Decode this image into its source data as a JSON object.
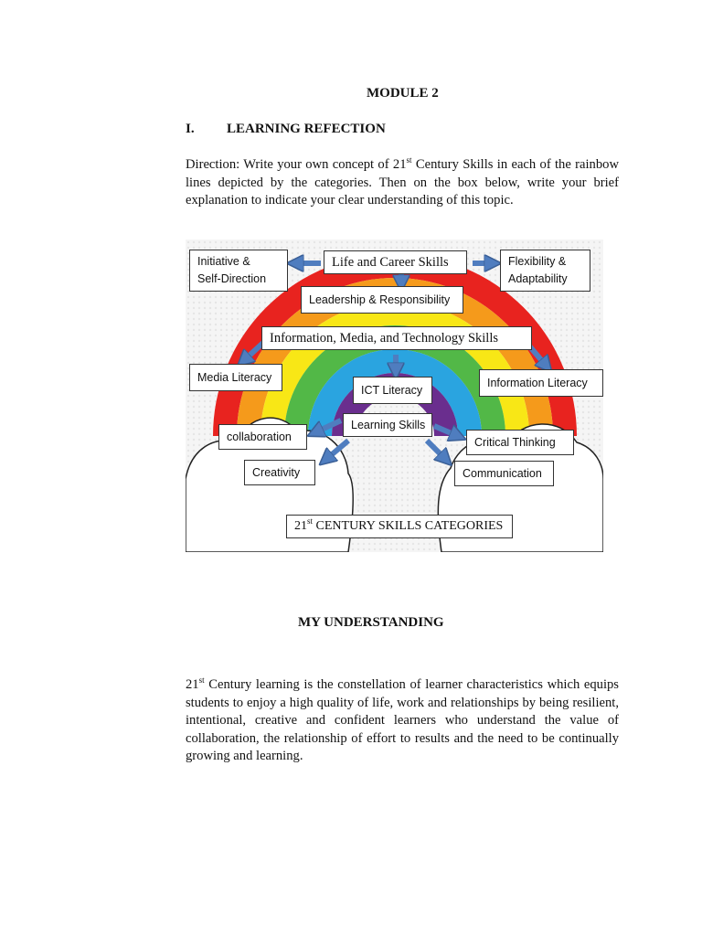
{
  "module_title": "MODULE 2",
  "section": {
    "number": "I.",
    "title": "LEARNING REFECTION"
  },
  "direction": {
    "pre": "Direction: Write your own concept of 21",
    "sup": "st",
    "post": " Century Skills in each of the rainbow lines depicted by the categories. Then on the box below, write your brief explanation to indicate your clear understanding of this topic."
  },
  "diagram": {
    "life_career": "Life and Career Skills",
    "initiative_line1": "Initiative &",
    "initiative_line2": "Self-Direction",
    "flexibility_line1": "Flexibility &",
    "flexibility_line2": "Adaptability",
    "leadership": "Leadership & Responsibility",
    "info_media_tech": "Information, Media, and Technology Skills",
    "media_literacy": "Media Literacy",
    "ict_literacy": "ICT Literacy",
    "information_literacy": "Information Literacy",
    "learning_skills": "Learning Skills",
    "collaboration": "collaboration",
    "critical_thinking": "Critical Thinking",
    "creativity": "Creativity",
    "communication": "Communication",
    "categories_pre": "21",
    "categories_sup": "st",
    "categories_post": " CENTURY SKILLS CATEGORIES",
    "colors": {
      "red": "#e8231f",
      "orange": "#f59a1b",
      "yellow": "#f8e716",
      "green": "#52b847",
      "blue": "#2aa4e0",
      "purple": "#6a2e8e",
      "arrow": "#4f7dbf"
    }
  },
  "understanding_title": "MY UNDERSTANDING",
  "understanding": {
    "pre": "21",
    "sup": "st",
    "post": " Century learning is the constellation of learner characteristics which equips students to enjoy a high quality of life, work and relationships by being resilient, intentional, creative and confident learners who understand the value of collaboration, the relationship of effort to results and the need to be continually growing and learning."
  }
}
